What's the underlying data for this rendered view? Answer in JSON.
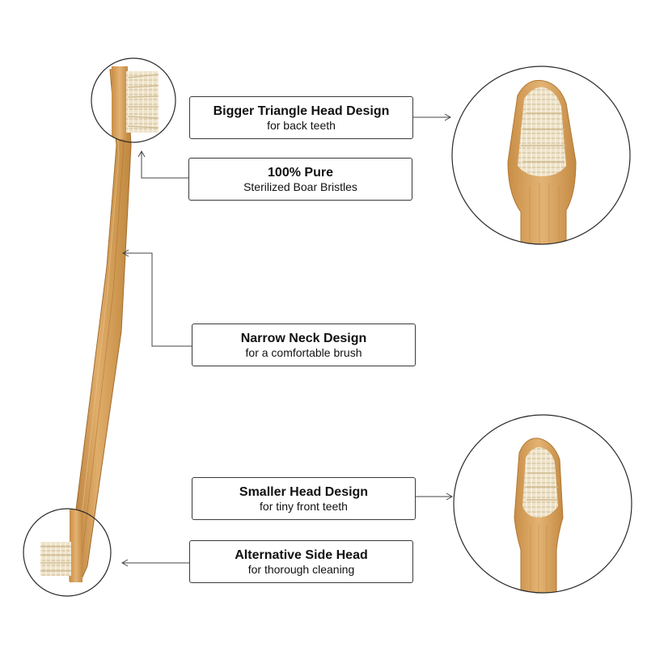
{
  "labels": {
    "triangle_head": {
      "title": "Bigger Triangle Head Design",
      "subtitle": "for back teeth"
    },
    "pure_bristles": {
      "title": "100% Pure",
      "subtitle": "Sterilized Boar Bristles"
    },
    "narrow_neck": {
      "title": "Narrow Neck Design",
      "subtitle": "for a comfortable brush"
    },
    "smaller_head": {
      "title": "Smaller Head Design",
      "subtitle": "for tiny front teeth"
    },
    "side_head": {
      "title": "Alternative Side Head",
      "subtitle": "for thorough cleaning"
    }
  },
  "colors": {
    "bamboo": "#d9a45e",
    "bamboo_dark": "#b57a38",
    "bristle": "#efe6d2",
    "outline": "#2a2a2a",
    "connector": "#444444"
  }
}
